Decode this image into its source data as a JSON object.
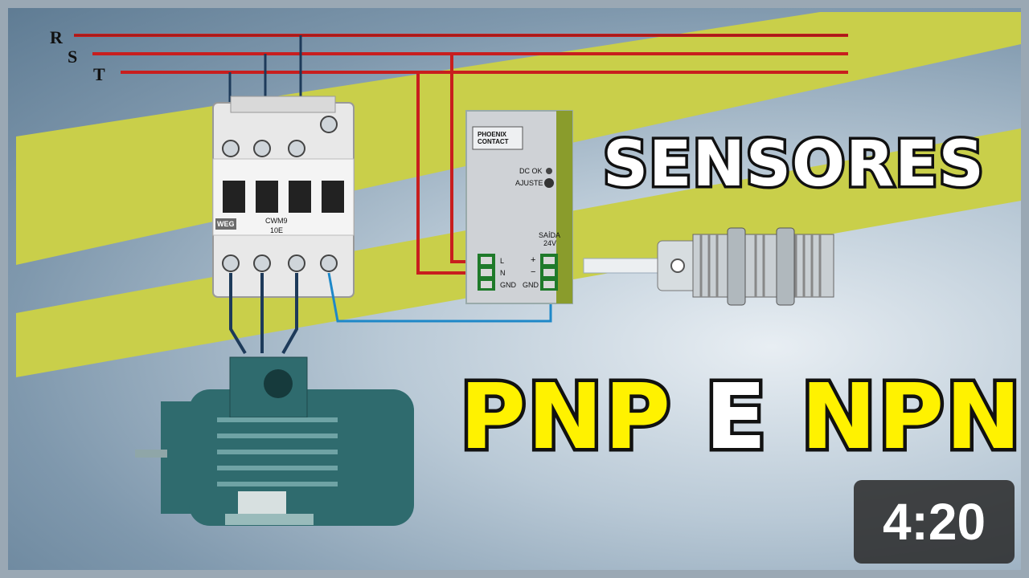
{
  "video": {
    "title_line1": "SENSORES",
    "title_line2_a": "PNP",
    "title_line2_b": "E",
    "title_line2_c": "NPN",
    "duration": "4:20"
  },
  "phases": {
    "r": "R",
    "s": "S",
    "t": "T"
  },
  "contactor": {
    "brand": "WEG",
    "model": "CWM9",
    "rating": "10E"
  },
  "power_supply": {
    "brand": "PHOENIX CONTACT",
    "dc_ok": "DC OK",
    "ajuste": "AJUSTE",
    "saida": "SAÍDA",
    "voltage": "24V",
    "in_l": "L",
    "in_n": "N",
    "in_gnd": "GND",
    "out_plus": "+",
    "out_minus": "−",
    "out_gnd": "GND"
  },
  "colors": {
    "title_white": "#ffffff",
    "title_yellow": "#fff200",
    "stripe": "#c9cf4a",
    "motor": "#2f6b6e",
    "wire_red": "#c81e1e",
    "wire_blue": "#1e88c8"
  }
}
